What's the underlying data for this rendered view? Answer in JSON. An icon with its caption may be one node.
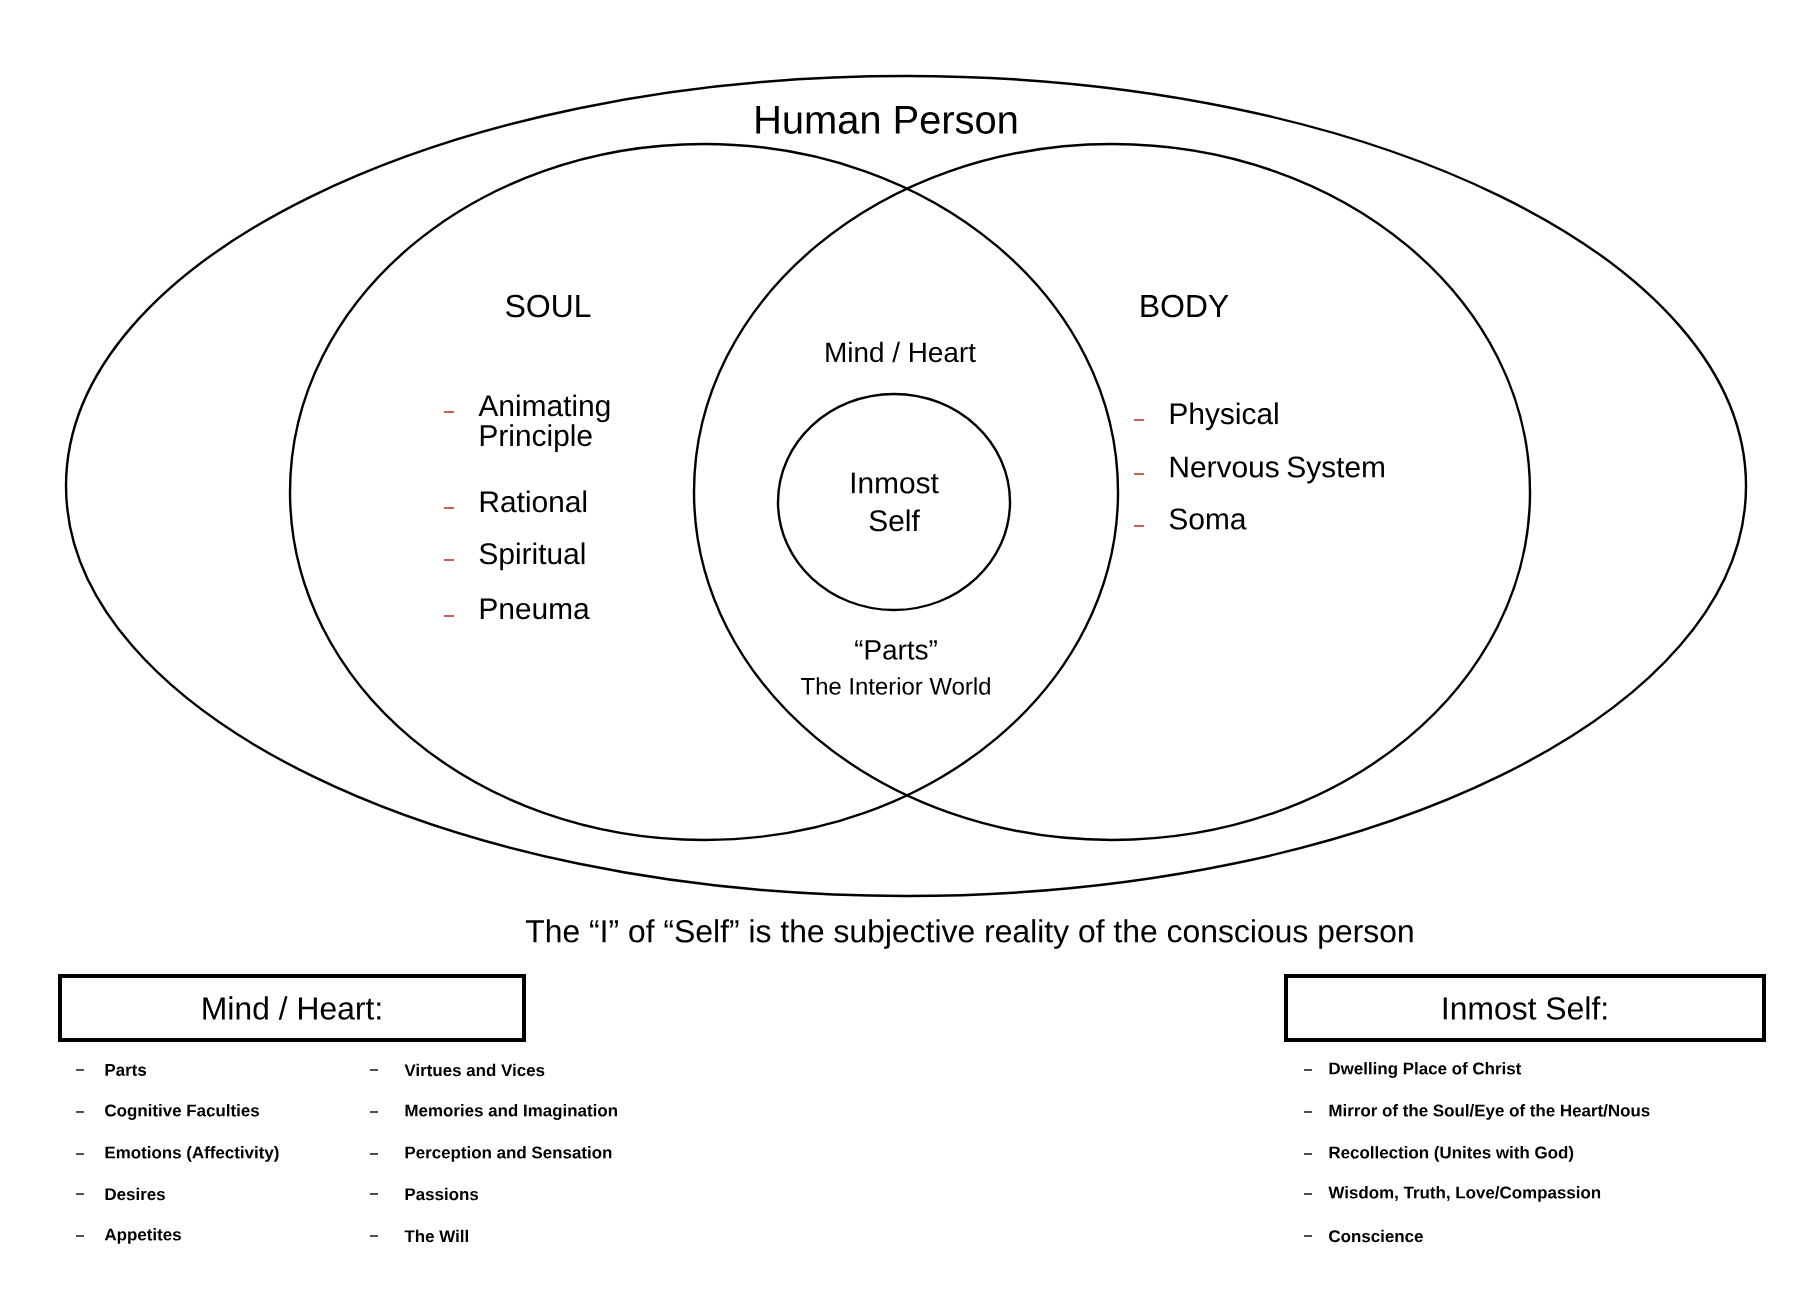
{
  "diagram": {
    "caption": "The “I” of “Self” is the subjective reality of the conscious person",
    "nodes": [
      {
        "text": [
          "Human Person"
        ]
      },
      {
        "text": [
          "SOUL",
          "Animating Principle",
          "Rational",
          "Spiritual",
          "Pneuma"
        ],
        "in": 0
      },
      {
        "text": [
          "BODY",
          "Physical",
          "Nervous System",
          "Soma"
        ],
        "in": 0
      },
      {
        "text": [
          "Inmost Self"
        ]
      },
      {
        "text": [
          "Mind / Heart:"
        ]
      },
      {
        "text": [
          "Inmost Self:"
        ]
      }
    ],
    "edges": [],
    "labels": [
      "Mind / Heart",
      "“Parts”",
      "The Interior World",
      "Parts",
      "Virtues and Vices",
      "Cognitive Faculties",
      "Memories and Imagination",
      "Emotions (Affectivity)",
      "Perception and Sensation",
      "Desires",
      "Passions",
      "Appetites",
      "The Will",
      "Dwelling Place of Christ",
      "Mirror of the Soul/Eye of the Heart/Nous",
      "Recollection (Unites with God)",
      "Wisdom, Truth, Love/Compassion",
      "Conscience"
    ]
  }
}
